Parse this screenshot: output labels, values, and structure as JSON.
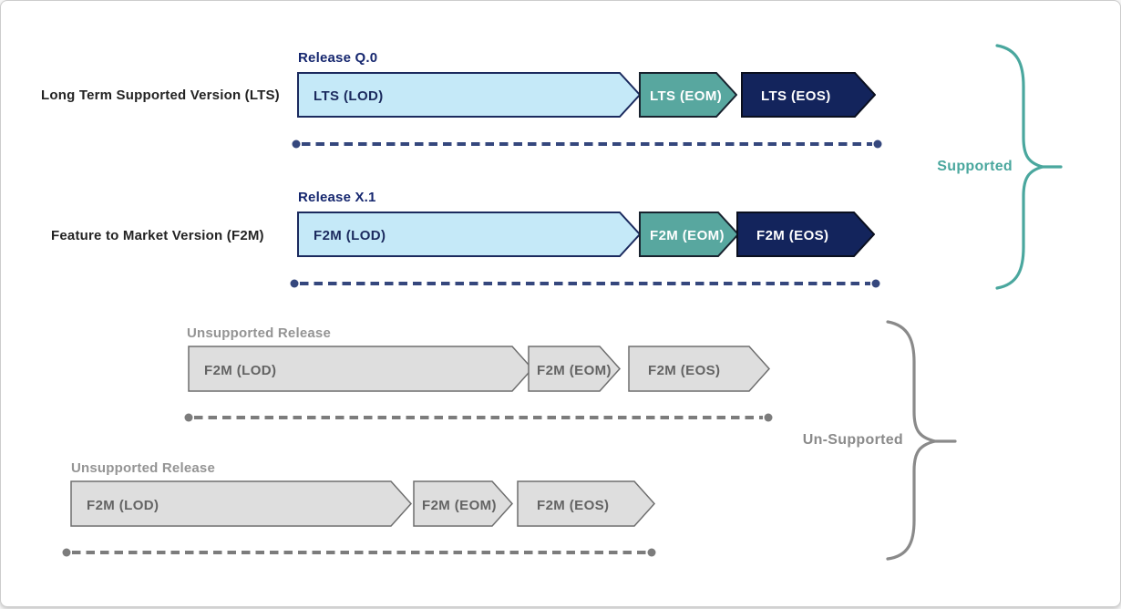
{
  "rows": [
    {
      "type": "supported",
      "label": "Long Term Supported Version (LTS)",
      "release": "Release Q.0",
      "segments": [
        {
          "name": "lod",
          "label": "LTS (LOD)"
        },
        {
          "name": "eom",
          "label": "LTS (EOM)"
        },
        {
          "name": "eos",
          "label": "LTS (EOS)"
        }
      ]
    },
    {
      "type": "supported",
      "label": "Feature to Market Version (F2M)",
      "release": "Release X.1",
      "segments": [
        {
          "name": "lod",
          "label": "F2M (LOD)"
        },
        {
          "name": "eom",
          "label": "F2M (EOM)"
        },
        {
          "name": "eos",
          "label": "F2M (EOS)"
        }
      ]
    },
    {
      "type": "unsupported",
      "title": "Unsupported Release",
      "segments": [
        {
          "name": "lod",
          "label": "F2M (LOD)"
        },
        {
          "name": "eom",
          "label": "F2M (EOM)"
        },
        {
          "name": "eos",
          "label": "F2M (EOS)"
        }
      ]
    },
    {
      "type": "unsupported",
      "title": "Unsupported Release",
      "segments": [
        {
          "name": "lod",
          "label": "F2M (LOD)"
        },
        {
          "name": "eom",
          "label": "F2M (EOM)"
        },
        {
          "name": "eos",
          "label": "F2M (EOS)"
        }
      ]
    }
  ],
  "braces": {
    "supported": {
      "label": "Supported",
      "color": "#4aa79e"
    },
    "unsupported": {
      "label": "Un-Supported",
      "color": "#8a8a8a"
    }
  },
  "colors": {
    "lod_fill": "#c5e9f8",
    "lod_stroke": "#1b2a5e",
    "eom_fill": "#58a79f",
    "eom_stroke": "#18222e",
    "eos_fill": "#13245c",
    "eos_stroke": "#0a0f1e",
    "gray_fill": "#dedede",
    "gray_stroke": "#6e6e6e",
    "navy_dash": "#35477d",
    "gray_dash": "#7c7c7c",
    "lod_text": "#1b2a5e",
    "light_text": "#ffffff",
    "gray_text": "#636363"
  }
}
